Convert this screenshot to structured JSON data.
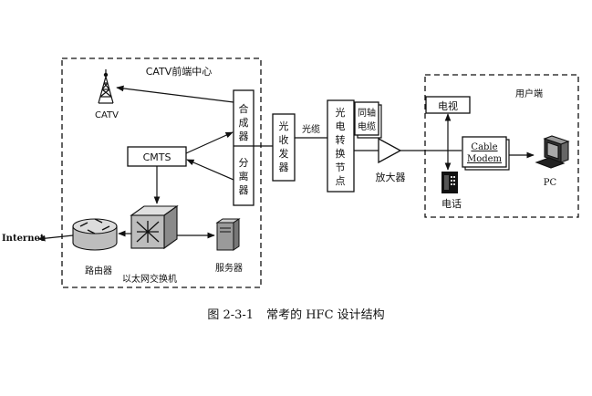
{
  "diagram": {
    "headend_label": "CATV前端中心",
    "user_end_label": "用户端",
    "catv_label": "CATV",
    "cmts_label": "CMTS",
    "combiner_chars": [
      "合",
      "成",
      "器"
    ],
    "splitter_chars": [
      "分",
      "离",
      "器"
    ],
    "transceiver_chars": [
      "光",
      "收",
      "发",
      "器"
    ],
    "fiber_label": "光缆",
    "converter_chars": [
      "光",
      "电",
      "转",
      "换",
      "节",
      "点"
    ],
    "coax_lines": [
      "同轴",
      "电缆"
    ],
    "amplifier_label": "放大器",
    "tv_label": "电视",
    "phone_label": "电话",
    "modem_lines": [
      "Cable",
      "Modem"
    ],
    "pc_label": "PC",
    "internet_label": "Internet",
    "router_label": "路由器",
    "switch_label": "以太网交换机",
    "server_label": "服务器"
  },
  "caption": {
    "number": "图 2-3-1",
    "title": "常考的 HFC 设计结构"
  }
}
